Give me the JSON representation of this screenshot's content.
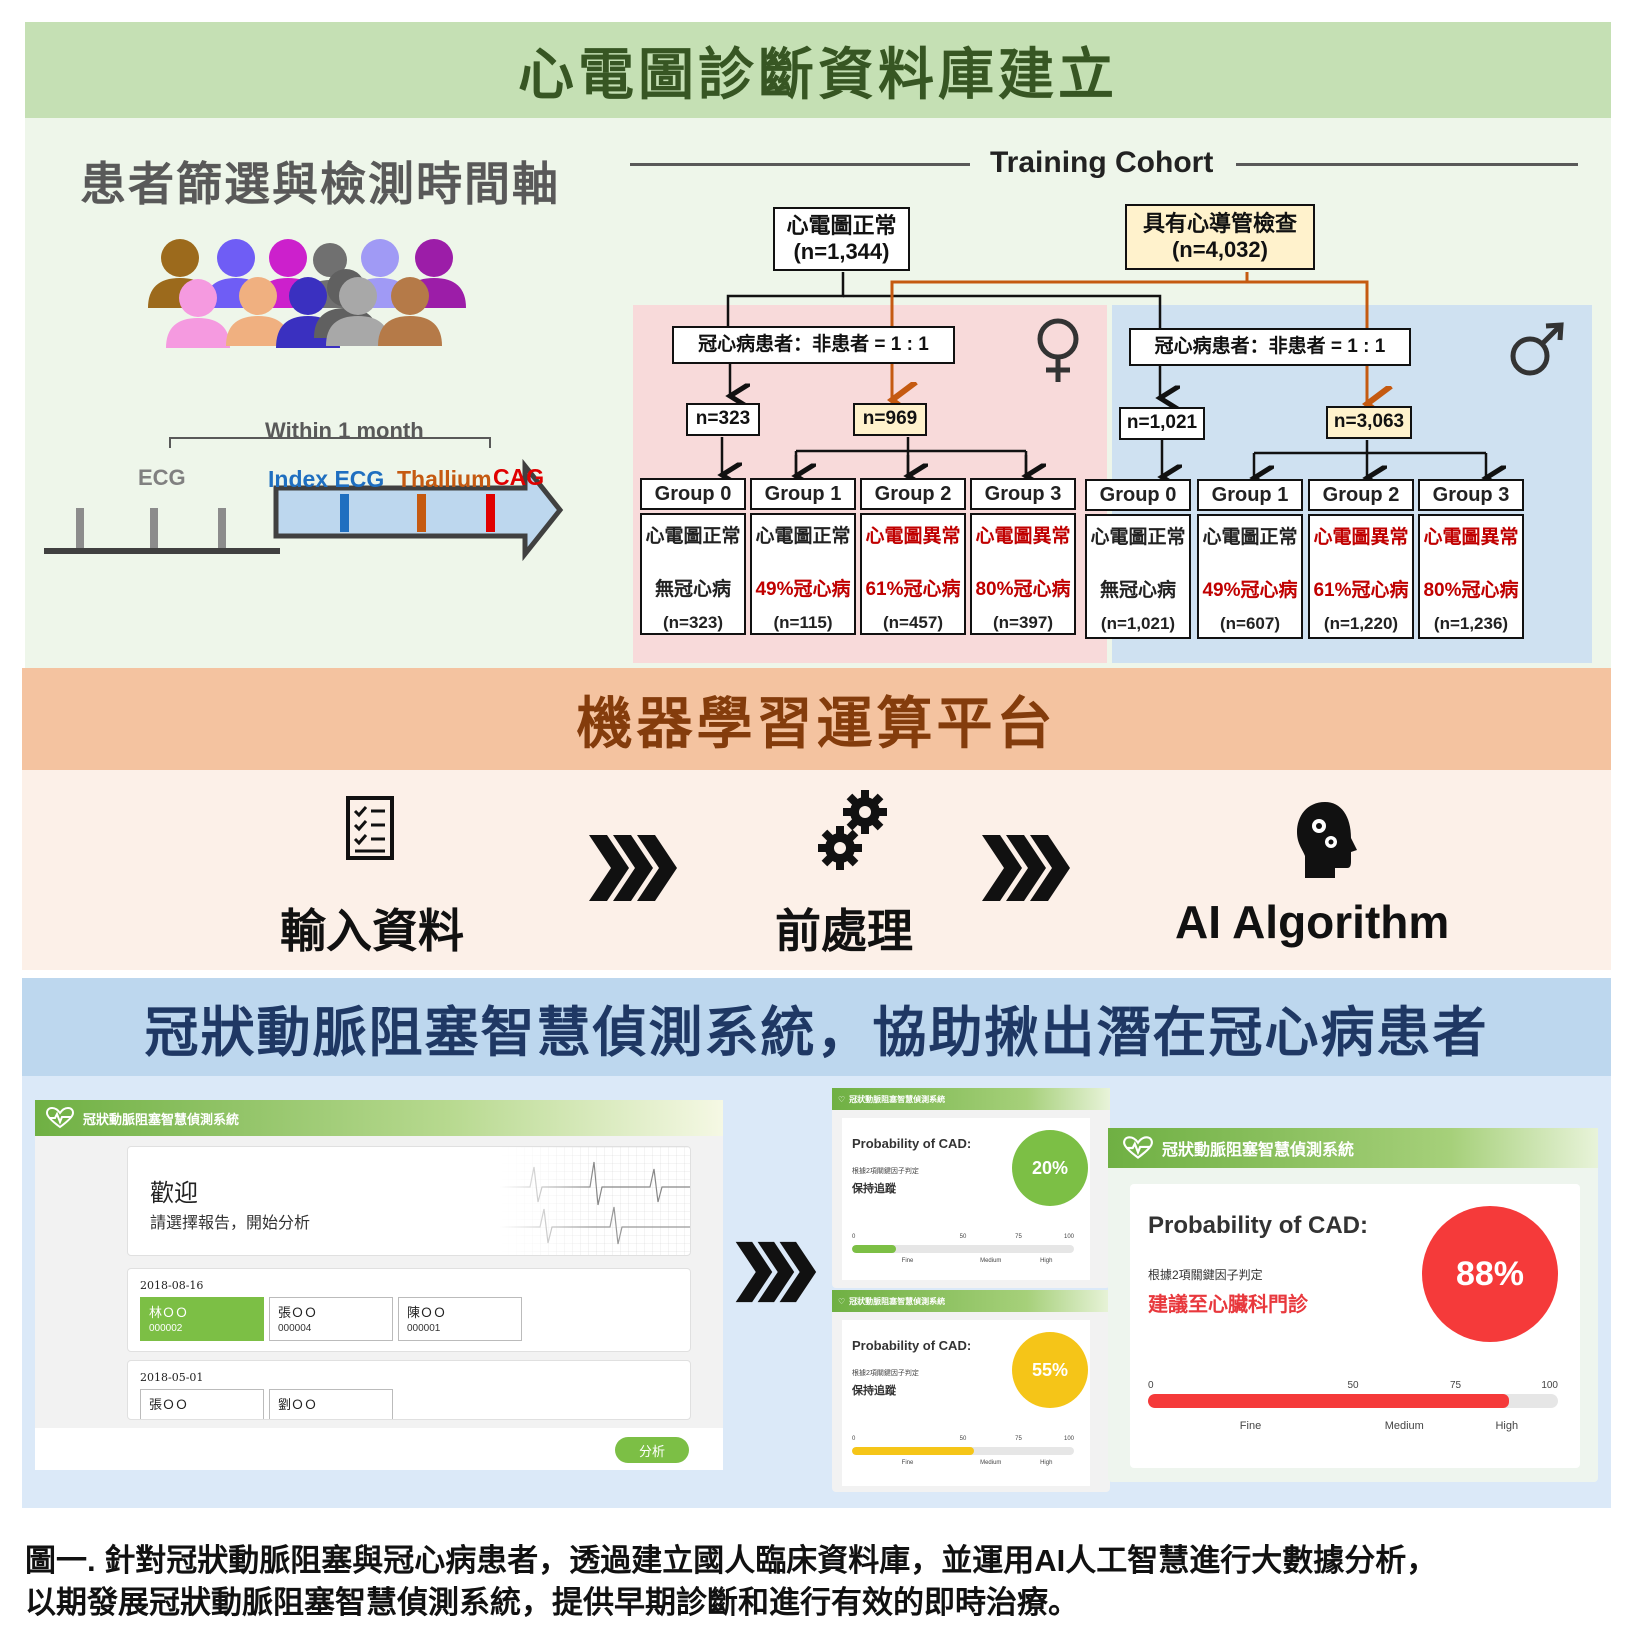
{
  "banner1": "心電圖診斷資料庫建立",
  "section1_title": "患者篩選與檢測時間軸",
  "timeline": {
    "within": "Within 1 month",
    "ecg": "ECG",
    "index_ecg": "Index ECG",
    "thallium": "Thallium",
    "cag": "CAG"
  },
  "colors": {
    "index_ecg": "#1f6fc0",
    "thallium": "#c55a11",
    "cag": "#e00000",
    "arrow_orange": "#c55a11"
  },
  "cohort_title": "Training Cohort",
  "normal_ecg": {
    "label": "心電圖正常",
    "n": "(n=1,344)"
  },
  "cath": {
    "label": "具有心導管檢查",
    "n": "(n=4,032)"
  },
  "female": {
    "ratio": "冠心病患者：非患者 = 1 : 1",
    "n_left": "n=323",
    "n_right": "n=969",
    "groups": [
      {
        "name": "Group 0",
        "ecg": "心電圖正常",
        "cad": "無冠心病",
        "n": "(n=323)"
      },
      {
        "name": "Group 1",
        "ecg": "心電圖正常",
        "cad": "49%冠心病",
        "n": "(n=115)"
      },
      {
        "name": "Group 2",
        "ecg": "心電圖異常",
        "cad": "61%冠心病",
        "n": "(n=457)"
      },
      {
        "name": "Group 3",
        "ecg": "心電圖異常",
        "cad": "80%冠心病",
        "n": "(n=397)"
      }
    ]
  },
  "male": {
    "ratio": "冠心病患者：非患者 = 1 : 1",
    "n_left": "n=1,021",
    "n_right": "n=3,063",
    "groups": [
      {
        "name": "Group 0",
        "ecg": "心電圖正常",
        "cad": "無冠心病",
        "n": "(n=1,021)"
      },
      {
        "name": "Group 1",
        "ecg": "心電圖正常",
        "cad": "49%冠心病",
        "n": "(n=607)"
      },
      {
        "name": "Group 2",
        "ecg": "心電圖異常",
        "cad": "61%冠心病",
        "n": "(n=1,220)"
      },
      {
        "name": "Group 3",
        "ecg": "心電圖異常",
        "cad": "80%冠心病",
        "n": "(n=1,236)"
      }
    ]
  },
  "banner2": "機器學習運算平台",
  "steps": [
    "輸入資料",
    "前處理",
    "AI Algorithm"
  ],
  "banner3": "冠狀動脈阻塞智慧偵測系統，協助揪出潛在冠心病患者",
  "app": {
    "name": "冠狀動脈阻塞智慧偵測系統",
    "welcome": "歡迎",
    "welcome_sub": "請選擇報告，開始分析",
    "date1": "2018-08-16",
    "date2": "2018-05-01",
    "patients1": [
      {
        "name": "林ＯＯ",
        "id": "000002",
        "selected": true
      },
      {
        "name": "張ＯＯ",
        "id": "000004",
        "selected": false
      },
      {
        "name": "陳ＯＯ",
        "id": "000001",
        "selected": false
      }
    ],
    "patients2": [
      {
        "name": "張ＯＯ"
      },
      {
        "name": "劉ＯＯ"
      }
    ],
    "analyze": "分析"
  },
  "results": {
    "prob_title": "Probability of CAD:",
    "basis": "根據2項關鍵因子判定",
    "r1": {
      "pct": "20%",
      "value": 0.2,
      "advice": "保持追蹤",
      "color": "#7cbf45"
    },
    "r2": {
      "pct": "55%",
      "value": 0.55,
      "advice": "保持追蹤",
      "color": "#f5c518"
    },
    "r3": {
      "pct": "88%",
      "value": 0.88,
      "advice": "建議至心臟科門診",
      "color": "#f53a3a"
    },
    "ticks": [
      "0",
      "50",
      "75",
      "100"
    ],
    "levels": [
      "Fine",
      "Medium",
      "High"
    ]
  },
  "caption_line1": "圖一. 針對冠狀動脈阻塞與冠心病患者，透過建立國人臨床資料庫，並運用AI人工智慧進行大數據分析，",
  "caption_line2": "以期發展冠狀動脈阻塞智慧偵測系統，提供早期診斷和進行有效的即時治療。"
}
